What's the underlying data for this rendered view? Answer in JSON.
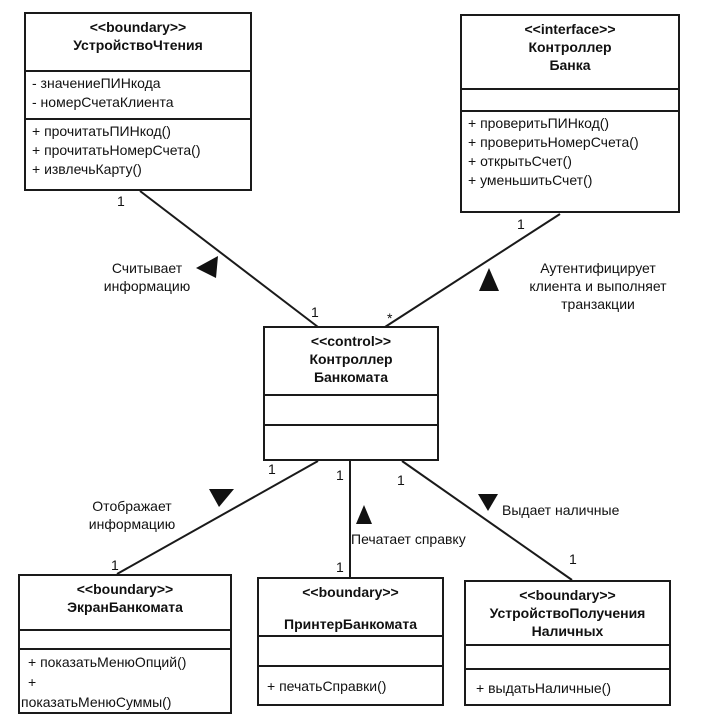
{
  "classes": {
    "reader": {
      "stereotype": "<<boundary>>",
      "name": "УстройствоЧтения",
      "attributes": [
        "- значениеПИНкода",
        "- номерСчетаКлиента"
      ],
      "operations": [
        "+ прочитатьПИНкод()",
        "+ прочитатьНомерСчета()",
        "+ извлечьКарту()"
      ]
    },
    "bank": {
      "stereotype": "<<interface>>",
      "name1": "Контроллер",
      "name2": "Банка",
      "operations": [
        "+ проверитьПИНкод()",
        "+ проверитьНомерСчета()",
        "+ открытьСчет()",
        "+ уменьшитьСчет()"
      ]
    },
    "atm": {
      "stereotype": "<<control>>",
      "name1": "Контроллер",
      "name2": "Банкомата"
    },
    "screen": {
      "stereotype": "<<boundary>>",
      "name": "ЭкранБанкомата",
      "operations": [
        "+ показатьМенюОпций()",
        "+",
        "показатьМенюСуммы()"
      ]
    },
    "printer": {
      "stereotype": "<<boundary>>",
      "name": "ПринтерБанкомата",
      "operations": [
        "+ печатьСправки()"
      ]
    },
    "dispenser": {
      "stereotype": "<<boundary>>",
      "name1": "УстройствоПолучения",
      "name2": "Наличных",
      "operations": [
        "+ выдатьНаличные()"
      ]
    }
  },
  "associations": {
    "reads": {
      "line1": "Считывает",
      "line2": "информацию",
      "mult_start": "1",
      "mult_end": "1"
    },
    "auth": {
      "line1": "Аутентифицирует",
      "line2": "клиента и выполняет",
      "line3": "транзакции",
      "mult_start": "1",
      "mult_end": "*"
    },
    "displays": {
      "line1": "Отображает",
      "line2": "информацию",
      "mult_start": "1",
      "mult_end": "1"
    },
    "prints": {
      "text": "Печатает справку",
      "mult_start": "1",
      "mult_end": "1"
    },
    "dispenses": {
      "text": "Выдает наличные",
      "mult_start": "1",
      "mult_end": "1"
    }
  }
}
